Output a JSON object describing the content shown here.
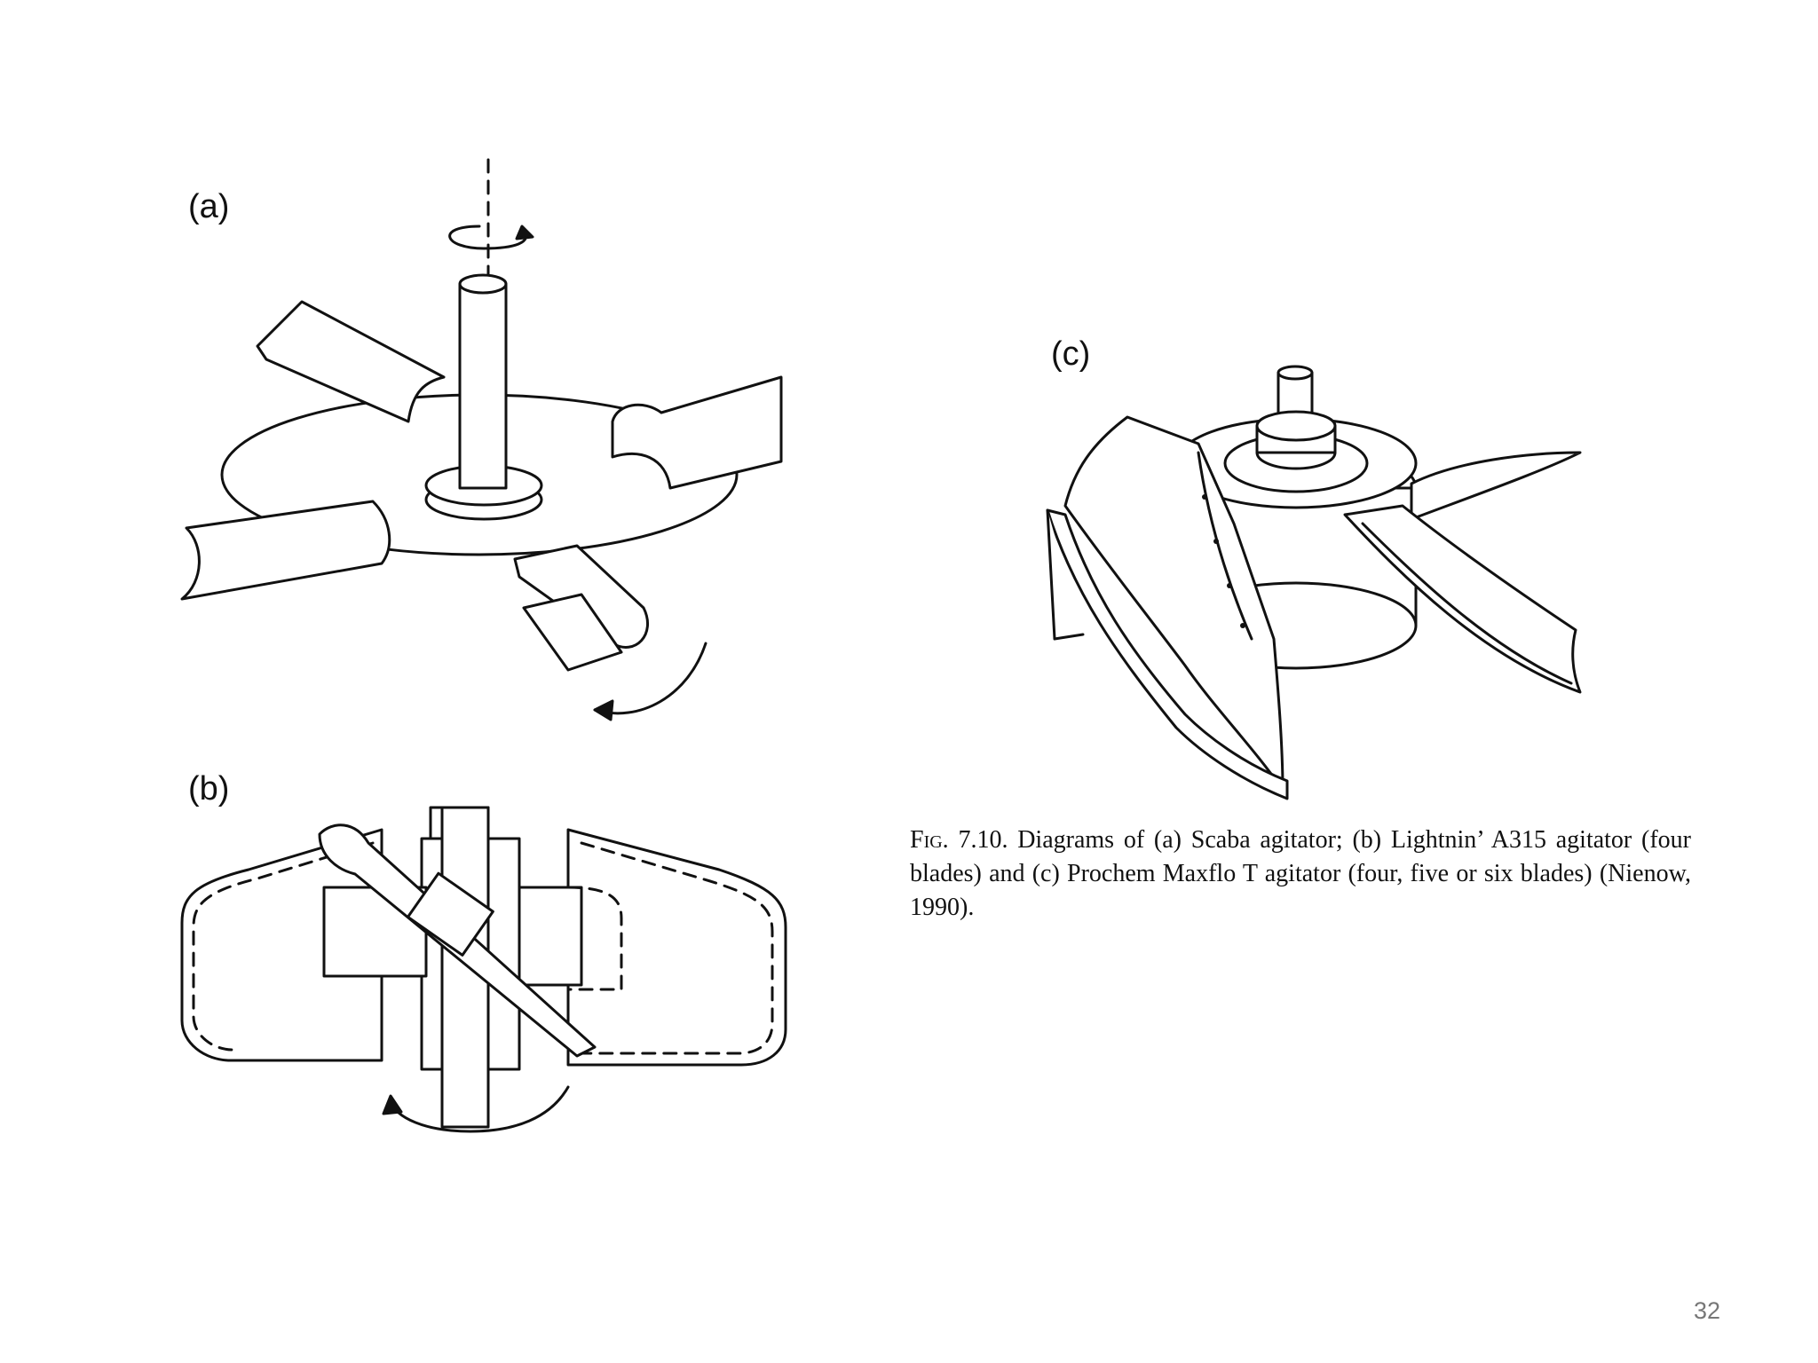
{
  "panels": {
    "a": {
      "label": "(a)"
    },
    "b": {
      "label": "(b)"
    },
    "c": {
      "label": "(c)"
    }
  },
  "caption": {
    "fig_prefix": "Fig.",
    "text": "7.10. Diagrams of (a) Scaba agitator; (b) Lightnin’ A315 agitator (four blades) and (c) Prochem Maxflo T agitator (four, five or six blades) (Nienow, 1990)."
  },
  "page_number": "32"
}
